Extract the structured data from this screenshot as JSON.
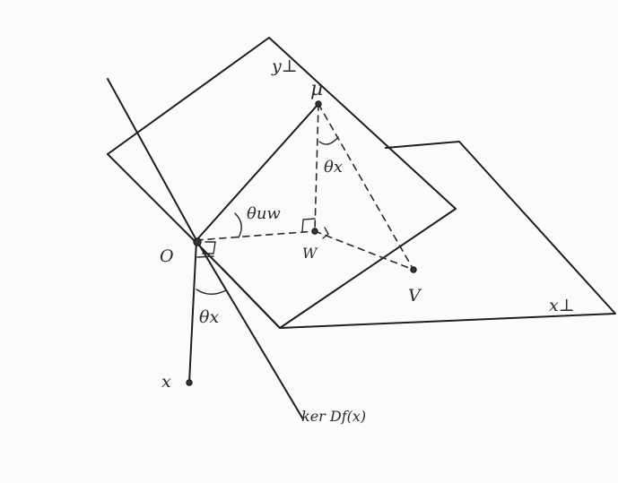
{
  "labels": {
    "y_perp": "y⊥",
    "mu": "μ",
    "theta_x_top": "θx",
    "theta_uw": "θuw",
    "origin": "O",
    "w": "W",
    "v": "V",
    "x_perp": "x⊥",
    "theta_x_bottom": "θx",
    "x": "x",
    "ker": "ker Df(x)"
  },
  "colors": {
    "ink": "#1e1e1e",
    "paper": "#fbfbfb"
  }
}
